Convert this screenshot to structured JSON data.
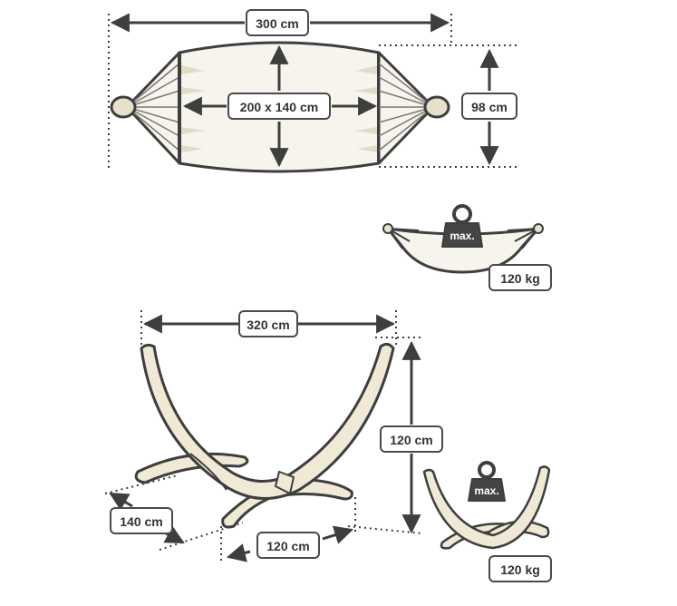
{
  "hammock": {
    "length": "300 cm",
    "bed_size": "200 x 140 cm",
    "width": "98 cm",
    "max_weight": "120 kg",
    "max_tag": "max."
  },
  "stand": {
    "length": "320 cm",
    "height": "120 cm",
    "depth": "140 cm",
    "base_width": "120 cm",
    "max_weight": "120 kg",
    "max_tag": "max."
  },
  "colors": {
    "outline": "#3e3e3e",
    "fabric": "#f6f4ec",
    "wood": "#efe9d6",
    "label_border": "#4a4a4a"
  }
}
